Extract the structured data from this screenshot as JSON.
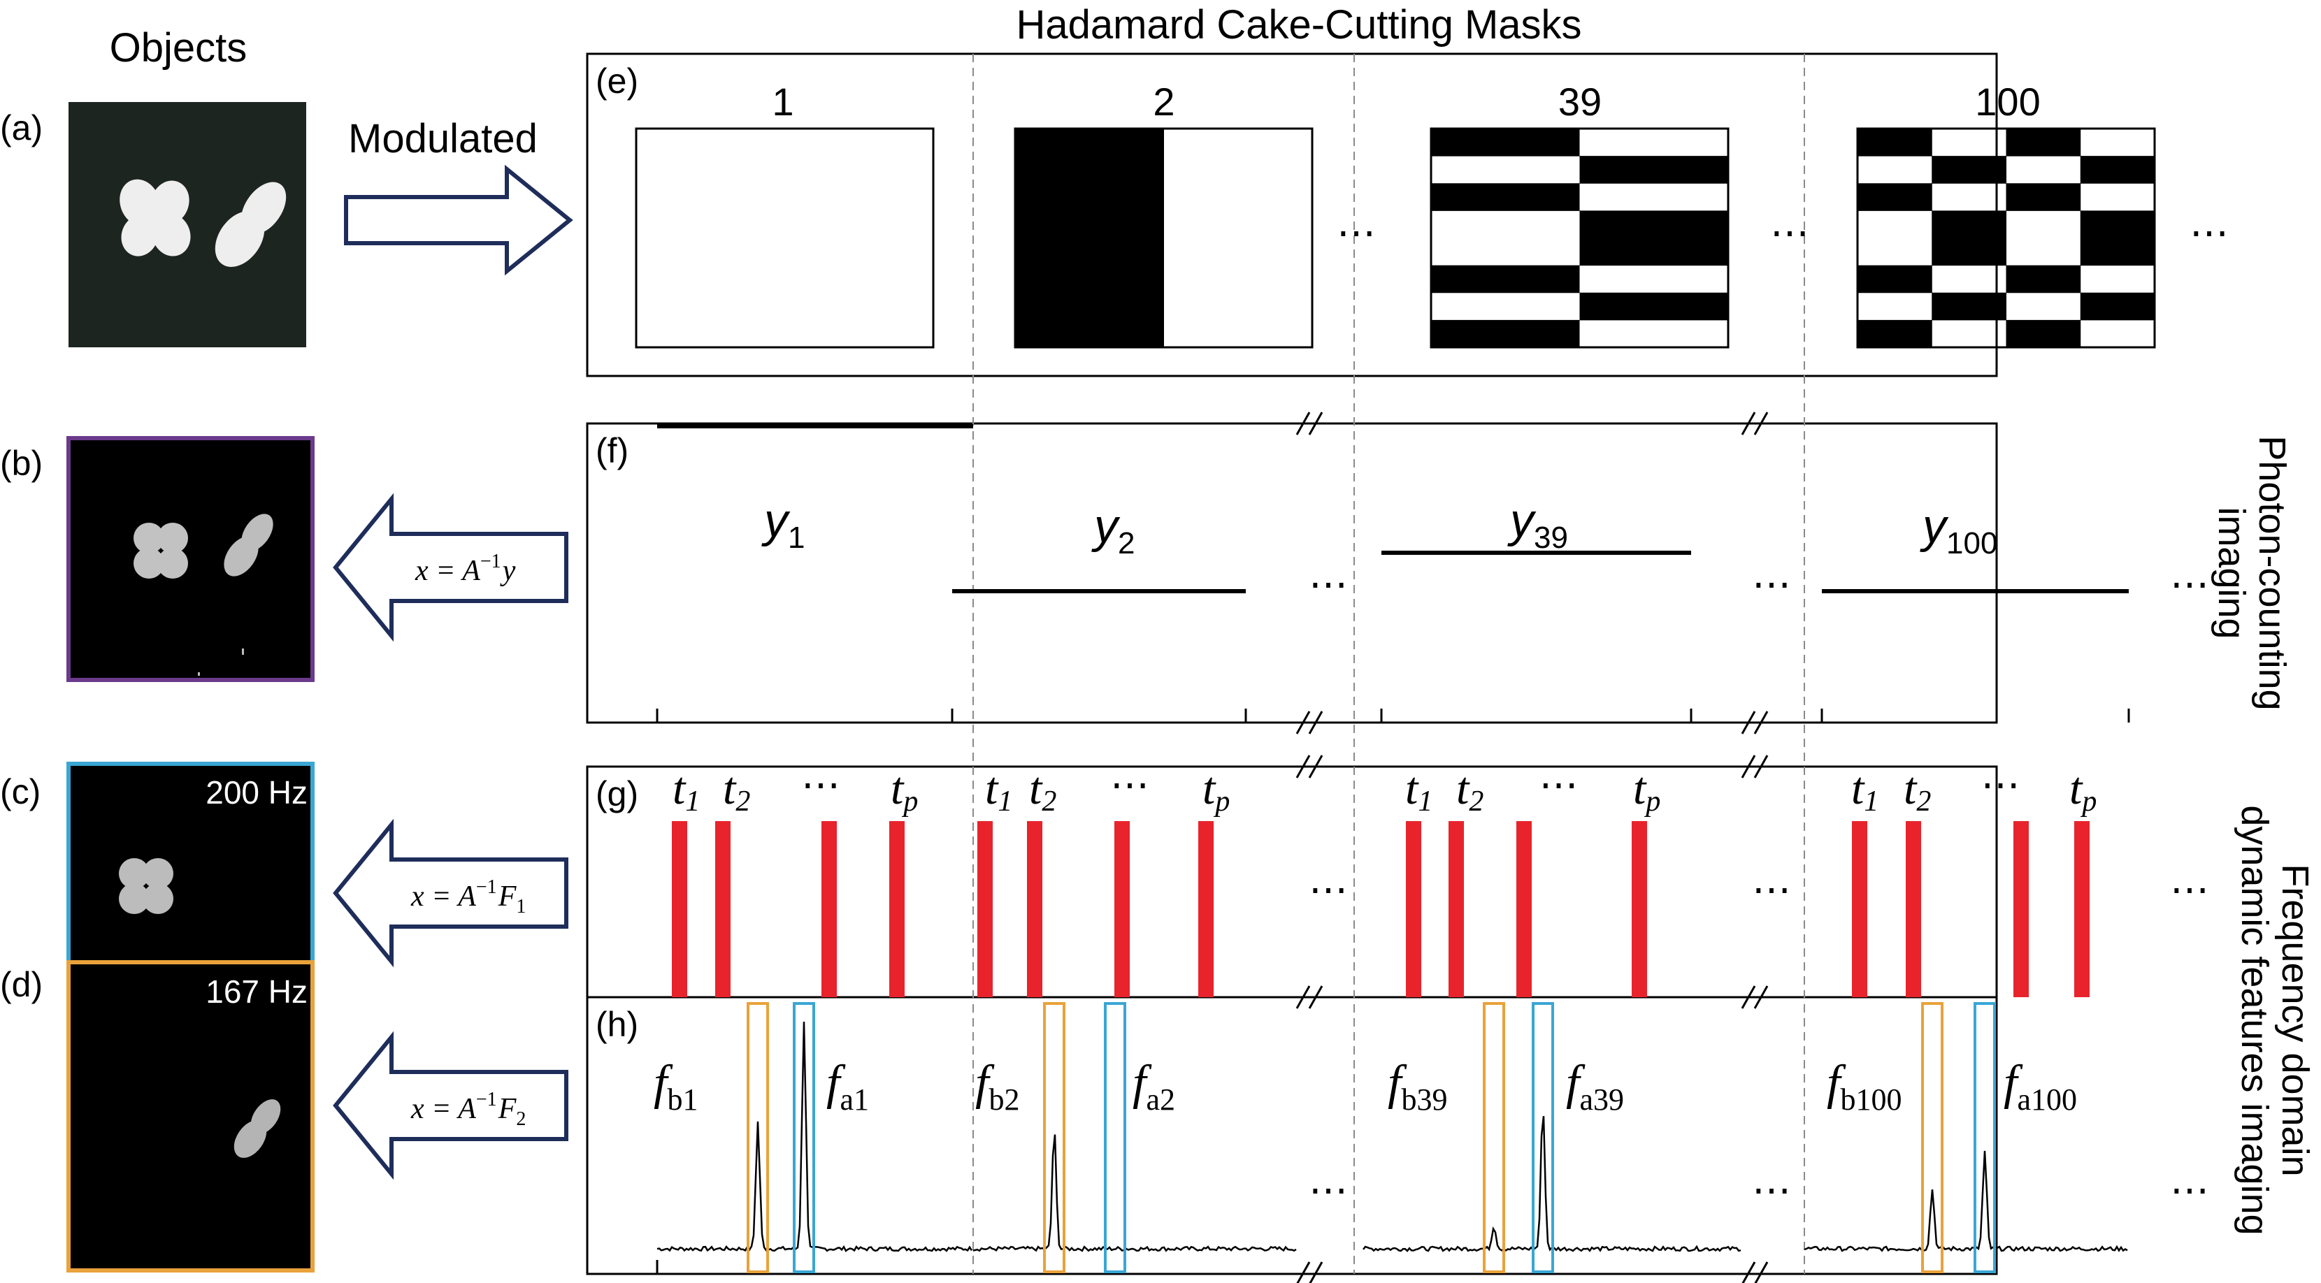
{
  "figure": {
    "objects_heading": "Objects",
    "masks_heading": "Hadamard Cake-Cutting Masks",
    "modulated_label": "Modulated",
    "ellipsis": "⋯",
    "colors": {
      "photon_frame": "#6b3a8c",
      "f1_frame": "#3aa6d4",
      "f2_frame": "#e9a23b",
      "pulse": "#e8232c",
      "arrow_outline": "#1e2d5a"
    },
    "panels": {
      "a": {
        "label": "(a)"
      },
      "b": {
        "label": "(b)",
        "equation": {
          "lhs": "x = A",
          "exp": "−1",
          "var": "y"
        }
      },
      "c": {
        "label": "(c)",
        "freq": "200 Hz",
        "equation": {
          "lhs": "x = A",
          "exp": "−1",
          "var": "F",
          "sub": "1"
        }
      },
      "d": {
        "label": "(d)",
        "freq": "167 Hz",
        "equation": {
          "lhs": "x = A",
          "exp": "−1",
          "var": "F",
          "sub": "2"
        }
      },
      "e": {
        "label": "(e)"
      },
      "f": {
        "label": "(f)"
      },
      "g": {
        "label": "(g)"
      },
      "h": {
        "label": "(h)"
      }
    },
    "masks": [
      {
        "index": "1",
        "pattern": "blank"
      },
      {
        "index": "2",
        "pattern": "half"
      },
      {
        "index": "39",
        "pattern": "stripes"
      },
      {
        "index": "100",
        "pattern": "checker"
      }
    ],
    "photon_counts": [
      {
        "var": "y",
        "sub": "1",
        "level": "high"
      },
      {
        "var": "y",
        "sub": "2",
        "level": "low"
      },
      {
        "var": "y",
        "sub": "39",
        "level": "mid"
      },
      {
        "var": "y",
        "sub": "100",
        "level": "low"
      }
    ],
    "timestamps": [
      {
        "var": "t",
        "sub": "1"
      },
      {
        "var": "t",
        "sub": "2"
      },
      {
        "var": "t",
        "sub": "p"
      }
    ],
    "frequency_labels": [
      {
        "fb": "b1",
        "fa": "a1"
      },
      {
        "fb": "b2",
        "fa": "a2"
      },
      {
        "fb": "b39",
        "fa": "a39"
      },
      {
        "fb": "b100",
        "fa": "a100"
      }
    ],
    "side_label_photon": [
      "Photon-counting",
      "imaging"
    ],
    "side_label_freq": [
      "Frequency domain",
      "dynamic features imaging"
    ]
  }
}
